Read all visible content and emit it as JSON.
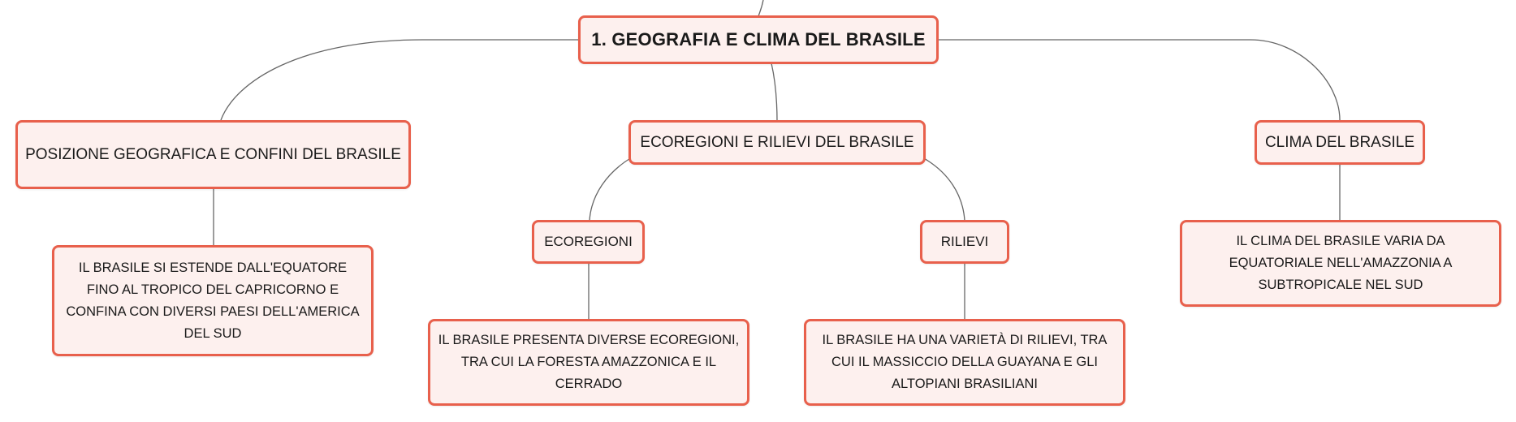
{
  "map": {
    "root": "1. GEOGRAFIA E CLIMA DEL BRASILE",
    "topics": {
      "posizione": "POSIZIONE GEOGRAFICA E CONFINI DEL BRASILE",
      "ecoregioni_rilievi": "ECOREGIONI E RILIEVI DEL BRASILE",
      "clima": "CLIMA DEL BRASILE"
    },
    "subtopics": {
      "ecoregioni": "ECOREGIONI",
      "rilievi": "RILIEVI"
    },
    "details": {
      "posizione": "IL BRASILE SI ESTENDE DALL'EQUATORE FINO AL TROPICO DEL CAPRICORNO E CONFINA CON DIVERSI PAESI DELL'AMERICA DEL SUD",
      "ecoregioni": "IL BRASILE PRESENTA DIVERSE ECOREGIONI, TRA CUI LA FORESTA AMAZZONICA E IL CERRADO",
      "rilievi": "IL BRASILE HA UNA VARIETÀ DI RILIEVI, TRA CUI IL MASSICCIO DELLA GUAYANA E GLI ALTOPIANI BRASILIANI",
      "clima": "IL CLIMA DEL BRASILE VARIA DA EQUATORIALE NELL'AMAZZONIA A SUBTROPICALE NEL SUD"
    }
  },
  "colors": {
    "node_fill": "#fdf0ee",
    "node_border": "#e8604c",
    "connector": "#666666",
    "text": "#1a1a1a"
  }
}
